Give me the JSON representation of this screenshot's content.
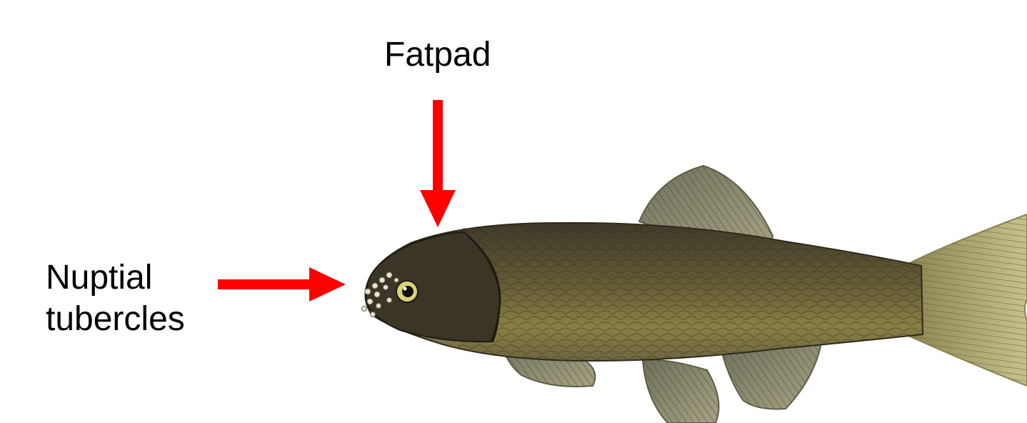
{
  "labels": {
    "fatpad": "Fatpad",
    "nuptial_line1": "Nuptial",
    "nuptial_line2": "tubercles"
  },
  "illustration": {
    "subject": "fish-illustration"
  },
  "colors": {
    "arrow": "#ff0000",
    "text": "#000000",
    "background": "#ffffff",
    "fish_body": "#5f5634",
    "fish_belly": "#8c8347",
    "fish_head": "#3a3526",
    "fin": "#8e8d70"
  }
}
